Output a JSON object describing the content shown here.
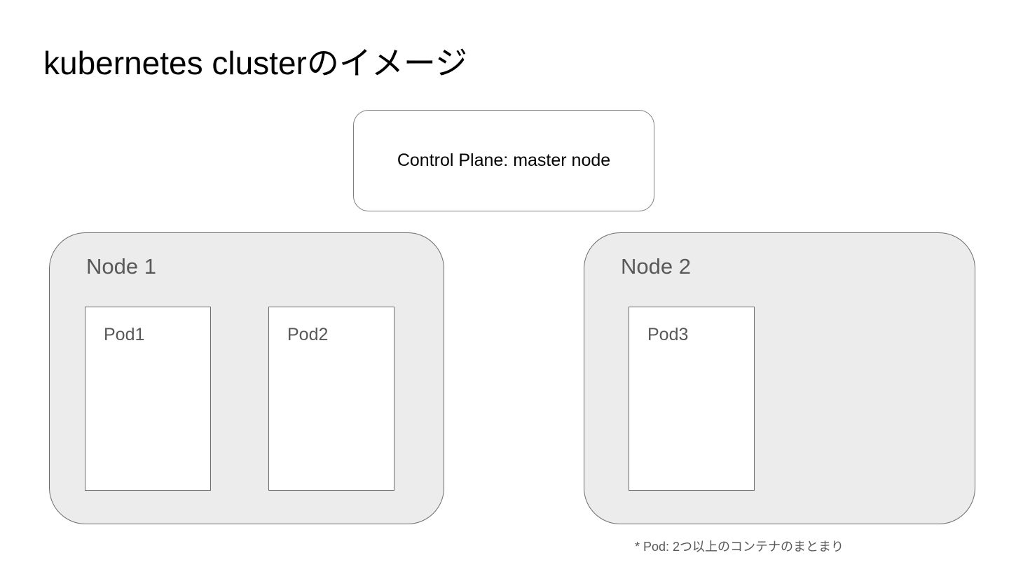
{
  "slide": {
    "title": "kubernetes clusterのイメージ",
    "background_color": "#ffffff"
  },
  "control_plane": {
    "label": "Control Plane: master node",
    "fill_color": "#ffffff",
    "border_color": "#808080",
    "text_color": "#000000"
  },
  "nodes": [
    {
      "label": "Node 1",
      "fill_color": "#ececec",
      "border_color": "#6d6d6d",
      "text_color": "#595959",
      "pods": [
        {
          "label": "Pod1",
          "fill_color": "#ffffff",
          "border_color": "#6d6d6d"
        },
        {
          "label": "Pod2",
          "fill_color": "#ffffff",
          "border_color": "#6d6d6d"
        }
      ]
    },
    {
      "label": "Node 2",
      "fill_color": "#ececec",
      "border_color": "#6d6d6d",
      "text_color": "#595959",
      "pods": [
        {
          "label": "Pod3",
          "fill_color": "#ffffff",
          "border_color": "#6d6d6d"
        }
      ]
    }
  ],
  "footnote": {
    "text": "* Pod: 2つ以上のコンテナのまとまり",
    "text_color": "#595959"
  },
  "diagram_data": {
    "type": "diagram",
    "title": "kubernetes clusterのイメージ",
    "components": [
      {
        "name": "Control Plane: master node",
        "kind": "control-plane",
        "children": []
      },
      {
        "name": "Node 1",
        "kind": "node",
        "children": [
          "Pod1",
          "Pod2"
        ]
      },
      {
        "name": "Node 2",
        "kind": "node",
        "children": [
          "Pod3"
        ]
      }
    ],
    "annotations": [
      "* Pod: 2つ以上のコンテナのまとまり"
    ]
  }
}
